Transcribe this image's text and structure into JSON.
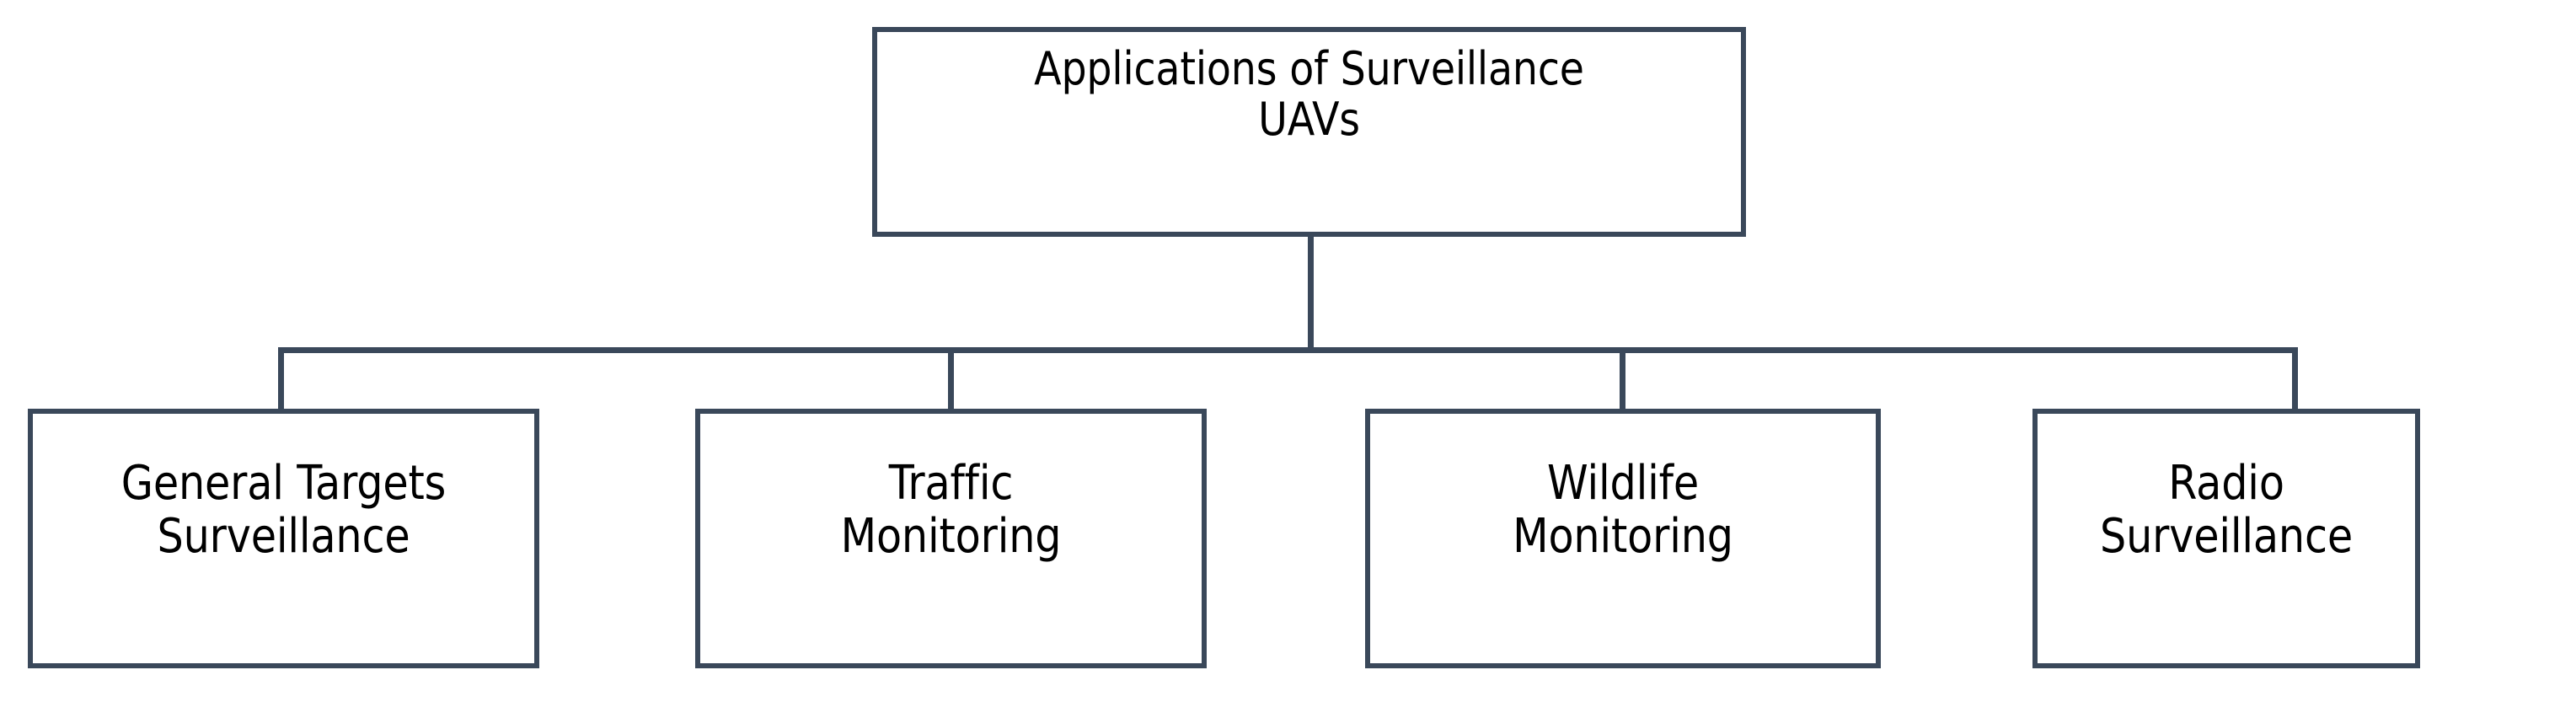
{
  "diagram": {
    "kind": "hierarchy-tree",
    "orientation": "top-down",
    "line_color": "#3A485A",
    "box_border_color": "#3A485A",
    "box_fill_color": "#FFFFFF",
    "text_color": "#000000",
    "background_color": "#FFFFFF",
    "root": {
      "id": "applications-of-surveillance-uavs",
      "label": "Applications of Surveillance\nUAVs"
    },
    "children": [
      {
        "id": "general-targets-surveillance",
        "label": "General Targets\nSurveillance"
      },
      {
        "id": "traffic-monitoring",
        "label": "Traffic\nMonitoring"
      },
      {
        "id": "wildlife-monitoring",
        "label": "Wildlife\nMonitoring"
      },
      {
        "id": "radio-surveillance",
        "label": "Radio\nSurveillance"
      }
    ]
  }
}
